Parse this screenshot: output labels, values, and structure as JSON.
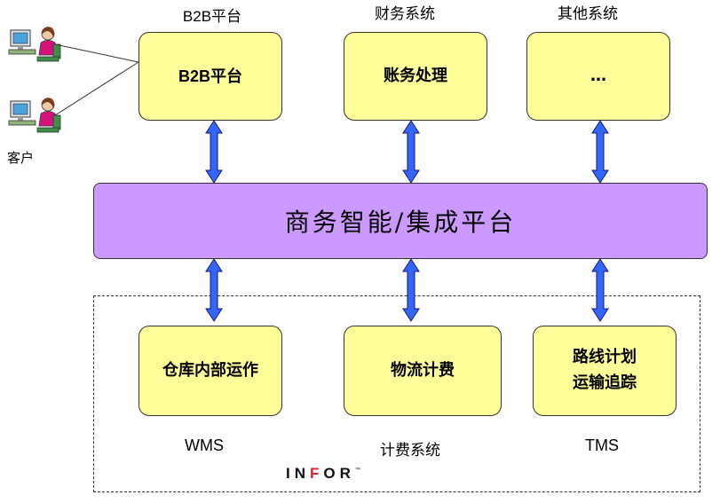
{
  "top": {
    "b2b": {
      "caption": "B2B平台",
      "box_label": "B2B平台"
    },
    "finance": {
      "caption": "财务系统",
      "box_label": "账务处理"
    },
    "other": {
      "caption": "其他系统",
      "box_label": "…"
    }
  },
  "central": {
    "label": "商务智能/集成平台"
  },
  "bottom": {
    "wms": {
      "caption": "WMS",
      "box_label": "仓库内部运作"
    },
    "billing": {
      "caption": "计费系统",
      "box_label": "物流计费"
    },
    "tms": {
      "caption": "TMS",
      "box_label_line1": "路线计划",
      "box_label_line2": "运输追踪"
    }
  },
  "customer": {
    "label": "客户"
  },
  "logo": {
    "text_before": "IN",
    "text_o": "F",
    "text_after": "OR",
    "mark": "™"
  },
  "colors": {
    "box_fill": "#ffff99",
    "central_fill": "#cc99ff",
    "arrow_fill": "#3366ff"
  }
}
